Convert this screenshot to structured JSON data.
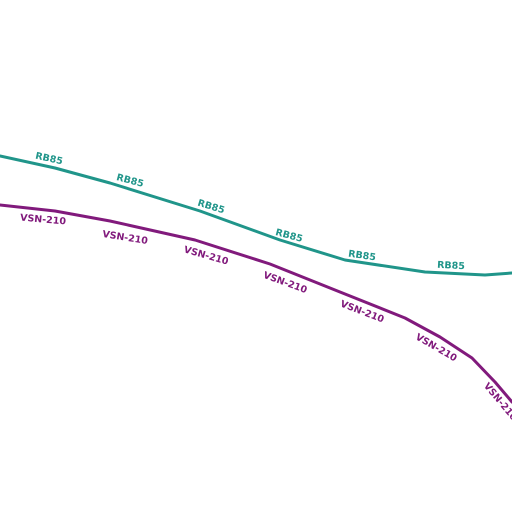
{
  "map": {
    "routes": [
      {
        "id": "rb85",
        "label": "RB85",
        "color": "#20958a",
        "label_count": 6
      },
      {
        "id": "vsn210",
        "label": "VSN-210",
        "color": "#811a7c",
        "label_count": 7
      }
    ]
  }
}
